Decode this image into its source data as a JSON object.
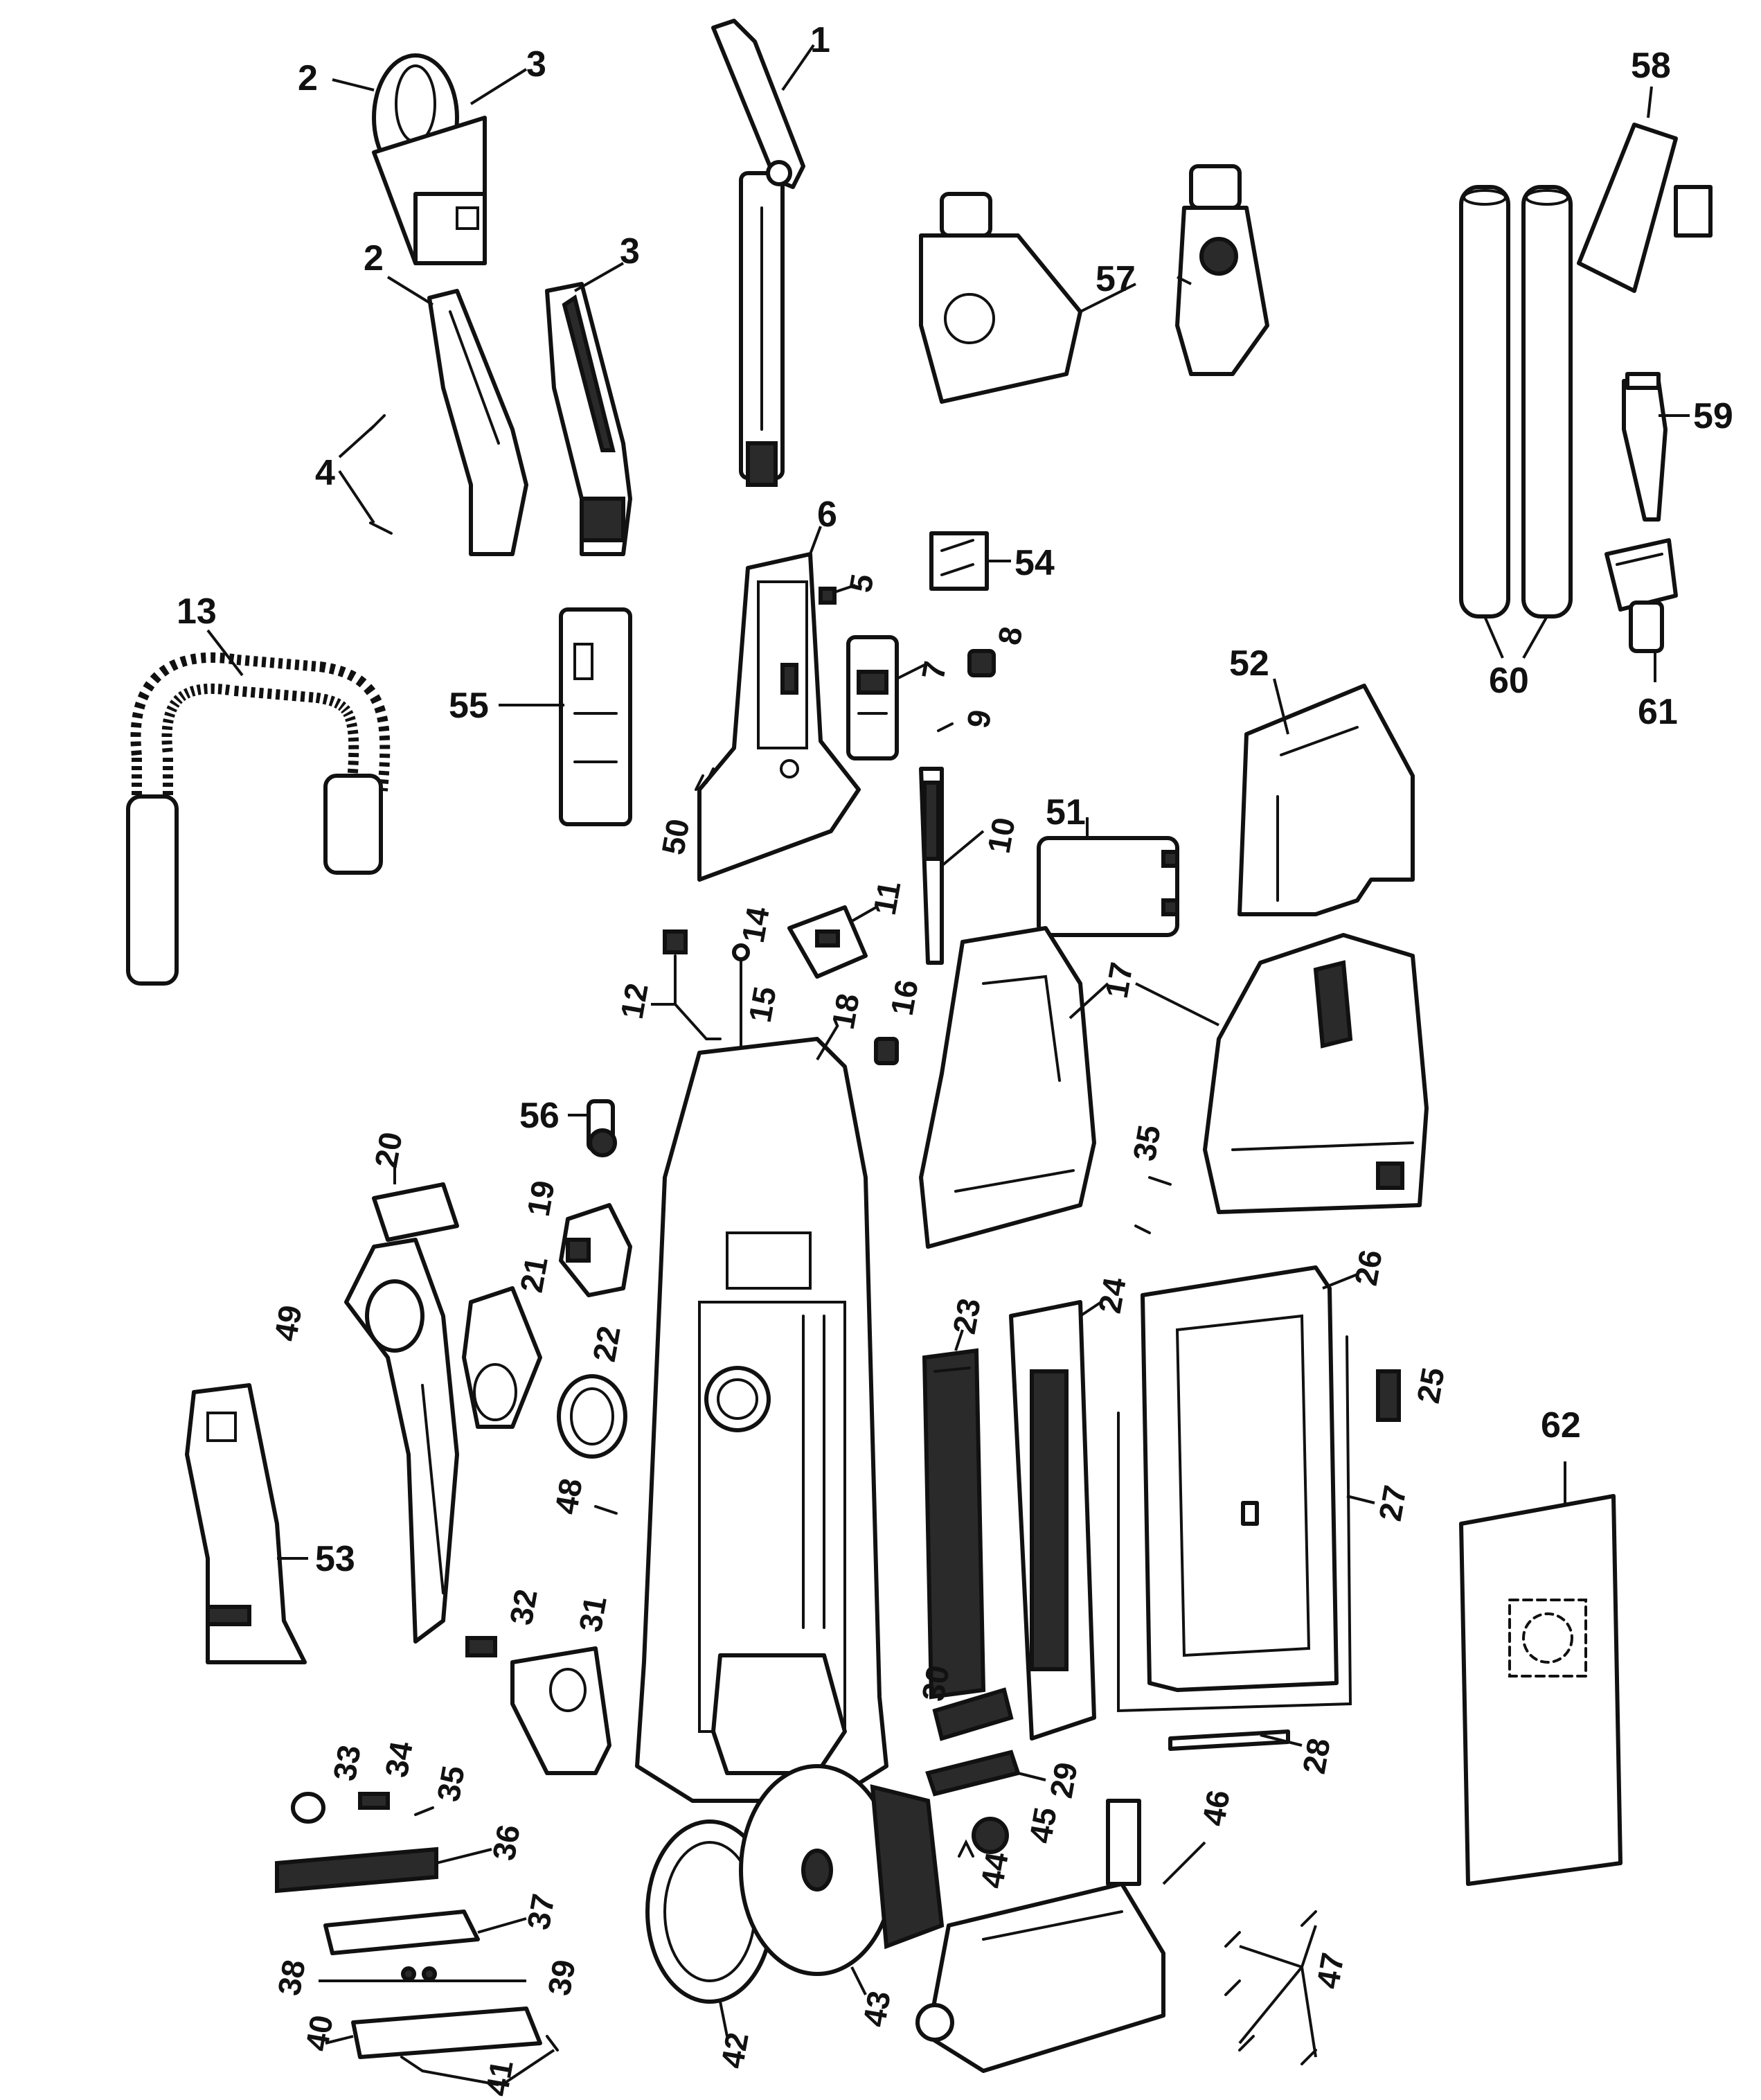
{
  "callouts": {
    "n1": "1",
    "n2": "2",
    "n3": "3",
    "n4": "4",
    "n5": "5",
    "n6": "6",
    "n7": "7",
    "n8": "8",
    "n9": "9",
    "n10": "10",
    "n11": "11",
    "n12": "12",
    "n13": "13",
    "n14": "14",
    "n15": "15",
    "n16": "16",
    "n17": "17",
    "n18": "18",
    "n19": "19",
    "n20": "20",
    "n21": "21",
    "n22": "22",
    "n23": "23",
    "n24": "24",
    "n25": "25",
    "n26": "26",
    "n27": "27",
    "n28": "28",
    "n29": "29",
    "n30": "30",
    "n31": "31",
    "n32": "32",
    "n33": "33",
    "n34": "34",
    "n35": "35",
    "n36": "36",
    "n37": "37",
    "n38": "38",
    "n39": "39",
    "n40": "40",
    "n41": "41",
    "n42": "42",
    "n43": "43",
    "n44": "44",
    "n45": "45",
    "n46": "46",
    "n47": "47",
    "n48": "48",
    "n49": "49",
    "n50": "50",
    "n51": "51",
    "n52": "52",
    "n53": "53",
    "n54": "54",
    "n55": "55",
    "n56": "56",
    "n57": "57",
    "n58": "58",
    "n59": "59",
    "n60": "60",
    "n61": "61",
    "n62": "62"
  }
}
